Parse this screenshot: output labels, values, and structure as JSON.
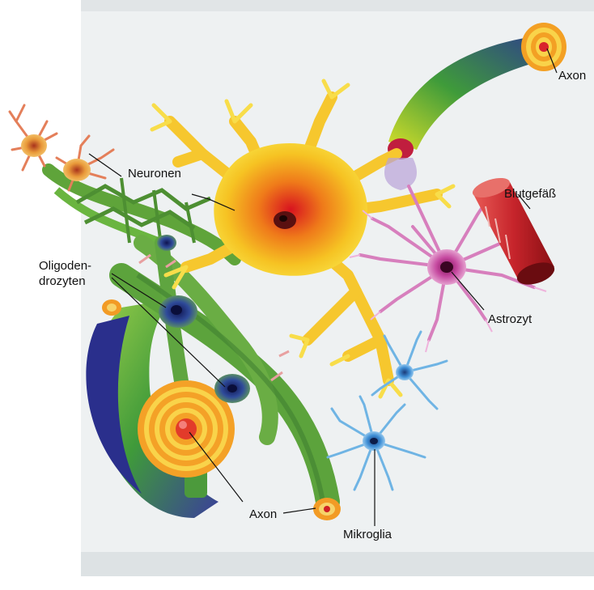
{
  "labels": {
    "axon_top": "Axon",
    "blutgefaess": "Blutgefäß",
    "neuronen": "Neuronen",
    "oligo_line1": "Oligoden-",
    "oligo_line2": "drozyten",
    "astrozyt": "Astrozyt",
    "axon_bottom": "Axon",
    "mikroglia": "Mikroglia"
  },
  "colors": {
    "neuron_core": "#e8202a",
    "neuron_mid": "#f39a1c",
    "neuron_outer": "#f7dc2a",
    "oligo_green": "#5aa23a",
    "axon_blue": "#2f3d8f",
    "myelin_orange": "#f19a22",
    "astrocyte_pink": "#b8408f",
    "vessel_red": "#c8282e",
    "microglia_blue": "#3b8fd0"
  }
}
